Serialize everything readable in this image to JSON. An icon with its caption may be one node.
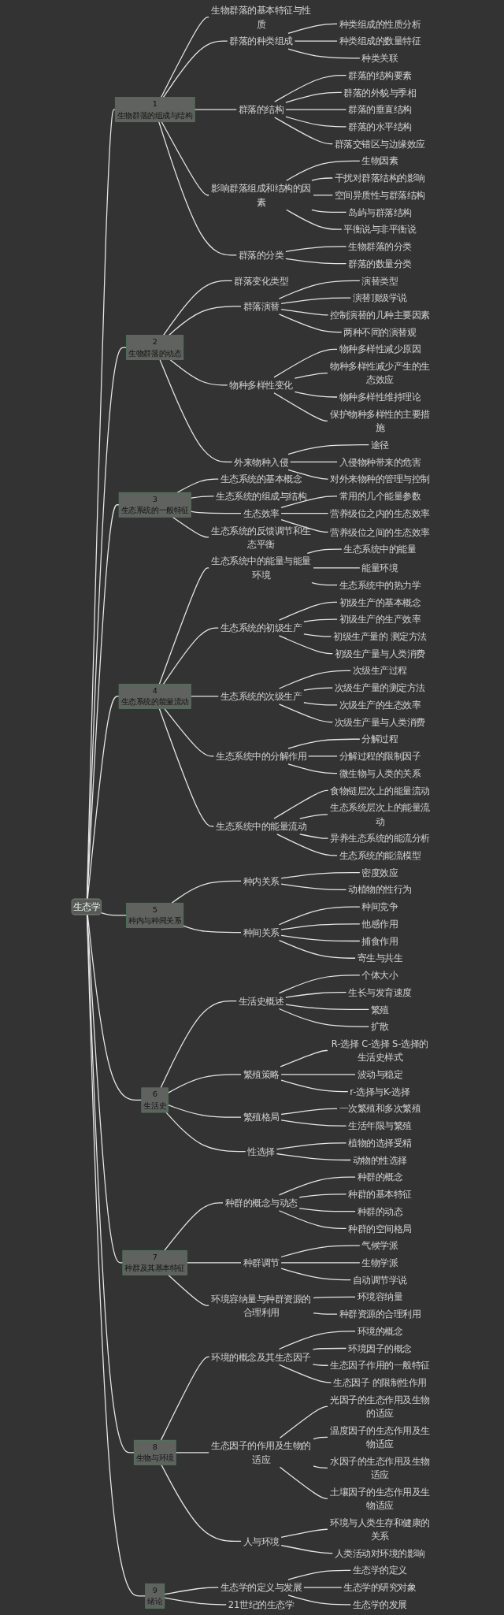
{
  "diagram": {
    "nodes": [
      {
        "text": [
          "生态学"
        ]
      },
      {
        "text": [
          "1",
          "生物群落的组成与结构"
        ]
      },
      {
        "text": [
          "生物群落的基本特征与性质"
        ]
      },
      {
        "text": [
          "群落的种类组成"
        ]
      },
      {
        "text": [
          "种类组成的性质分析"
        ]
      },
      {
        "text": [
          "种类组成的数量特征"
        ]
      },
      {
        "text": [
          "种类关联"
        ]
      },
      {
        "text": [
          "群落的结构"
        ]
      },
      {
        "text": [
          "群落的结构要素"
        ]
      },
      {
        "text": [
          "群落的外貌与季相"
        ]
      },
      {
        "text": [
          "群落的垂直结构"
        ]
      },
      {
        "text": [
          "群落的水平结构"
        ]
      },
      {
        "text": [
          "群落交错区与边缘效应"
        ]
      },
      {
        "text": [
          "影响群落组成和结构的因素"
        ]
      },
      {
        "text": [
          "生物因素"
        ]
      },
      {
        "text": [
          "干扰对群落结构的影响"
        ]
      },
      {
        "text": [
          "空间异质性与群落结构"
        ]
      },
      {
        "text": [
          "岛屿与群落结构"
        ]
      },
      {
        "text": [
          "平衡说与非平衡说"
        ]
      },
      {
        "text": [
          "群落的分类"
        ]
      },
      {
        "text": [
          "生物群落的分类"
        ]
      },
      {
        "text": [
          "群落的数量分类"
        ]
      },
      {
        "text": [
          "2",
          "生物群落的动态"
        ]
      },
      {
        "text": [
          "群落变化类型"
        ]
      },
      {
        "text": [
          "群落演替"
        ]
      },
      {
        "text": [
          "演替类型"
        ]
      },
      {
        "text": [
          "演替顶级学说"
        ]
      },
      {
        "text": [
          "控制演替的几种主要因素"
        ]
      },
      {
        "text": [
          "两种不同的演替观"
        ]
      },
      {
        "text": [
          "物种多样性变化"
        ]
      },
      {
        "text": [
          "物种多样性减少原因"
        ]
      },
      {
        "text": [
          "物种多样性减少产生的生态效应"
        ]
      },
      {
        "text": [
          "物种多样性维持理论"
        ]
      },
      {
        "text": [
          "保护物种多样性的主要措施"
        ]
      },
      {
        "text": [
          "外来物种入侵"
        ]
      },
      {
        "text": [
          "途径"
        ]
      },
      {
        "text": [
          "入侵物种带来的危害"
        ]
      },
      {
        "text": [
          "对外来物种的管理与控制"
        ]
      },
      {
        "text": [
          "3",
          "生态系统的一般特征"
        ]
      },
      {
        "text": [
          "生态系统的基本概念"
        ]
      },
      {
        "text": [
          "生态系统的组成与结构"
        ]
      },
      {
        "text": [
          "生态效率"
        ]
      },
      {
        "text": [
          "常用的几个能量参数"
        ]
      },
      {
        "text": [
          "营养级位之内的生态效率"
        ]
      },
      {
        "text": [
          "营养级位之间的生态效率"
        ]
      },
      {
        "text": [
          "生态系统的反馈调节和生态平衡"
        ]
      },
      {
        "text": [
          "4",
          "生态系统的能量流动"
        ]
      },
      {
        "text": [
          "生态系统中的能量与能量环境"
        ]
      },
      {
        "text": [
          "生态系统中的能量"
        ]
      },
      {
        "text": [
          "能量环境"
        ]
      },
      {
        "text": [
          "生态系统中的热力学"
        ]
      },
      {
        "text": [
          "生态系统的初级生产"
        ]
      },
      {
        "text": [
          "初级生产的基本概念"
        ]
      },
      {
        "text": [
          "初级生产的生产效率"
        ]
      },
      {
        "text": [
          "初级生产量的 测定方法"
        ]
      },
      {
        "text": [
          "初级生产量与人类消费"
        ]
      },
      {
        "text": [
          "生态系统的次级生产"
        ]
      },
      {
        "text": [
          "次级生产过程"
        ]
      },
      {
        "text": [
          "次级生产量的测定方法"
        ]
      },
      {
        "text": [
          "次级生产的生态效率"
        ]
      },
      {
        "text": [
          "次级生产量与人类消费"
        ]
      },
      {
        "text": [
          "生态系统中的分解作用"
        ]
      },
      {
        "text": [
          "分解过程"
        ]
      },
      {
        "text": [
          "分解过程的限制因子"
        ]
      },
      {
        "text": [
          "微生物与人类的关系"
        ]
      },
      {
        "text": [
          "生态系统中的能量流动"
        ]
      },
      {
        "text": [
          "食物链层次上的能量流动"
        ]
      },
      {
        "text": [
          "生态系统层次上的能量流动"
        ]
      },
      {
        "text": [
          "异养生态系统的能流分析"
        ]
      },
      {
        "text": [
          "生态系统的能流模型"
        ]
      },
      {
        "text": [
          "5",
          "种内与种间关系"
        ]
      },
      {
        "text": [
          "种内关系"
        ]
      },
      {
        "text": [
          "密度效应"
        ]
      },
      {
        "text": [
          "动植物的性行为"
        ]
      },
      {
        "text": [
          "种间关系"
        ]
      },
      {
        "text": [
          "种间竞争"
        ]
      },
      {
        "text": [
          "他感作用"
        ]
      },
      {
        "text": [
          "捕食作用"
        ]
      },
      {
        "text": [
          "寄生与共生"
        ]
      },
      {
        "text": [
          "6",
          "生活史"
        ]
      },
      {
        "text": [
          "生活史概述"
        ]
      },
      {
        "text": [
          "个体大小"
        ]
      },
      {
        "text": [
          "生长与发育速度"
        ]
      },
      {
        "text": [
          "繁殖"
        ]
      },
      {
        "text": [
          "扩散"
        ]
      },
      {
        "text": [
          "繁殖策略"
        ]
      },
      {
        "text": [
          "R-选择 C-选择 S-选择的生活史样式"
        ]
      },
      {
        "text": [
          "波动与稳定"
        ]
      },
      {
        "text": [
          "r-选择与K-选择"
        ]
      },
      {
        "text": [
          "繁殖格局"
        ]
      },
      {
        "text": [
          "一次繁殖和多次繁殖"
        ]
      },
      {
        "text": [
          "生活年限与繁殖"
        ]
      },
      {
        "text": [
          "性选择"
        ]
      },
      {
        "text": [
          "植物的选择受精"
        ]
      },
      {
        "text": [
          "动物的性选择"
        ]
      },
      {
        "text": [
          "7",
          "种群及其基本特征"
        ]
      },
      {
        "text": [
          "种群的概念与动态"
        ]
      },
      {
        "text": [
          "种群的概念"
        ]
      },
      {
        "text": [
          "种群的基本特征"
        ]
      },
      {
        "text": [
          "种群的动态"
        ]
      },
      {
        "text": [
          "种群的空间格局"
        ]
      },
      {
        "text": [
          "种群调节"
        ]
      },
      {
        "text": [
          "气候学派"
        ]
      },
      {
        "text": [
          "生物学派"
        ]
      },
      {
        "text": [
          "自动调节学说"
        ]
      },
      {
        "text": [
          "环境容纳量与种群资源的合理利用"
        ]
      },
      {
        "text": [
          "环境容纳量"
        ]
      },
      {
        "text": [
          "种群资源的合理利用"
        ]
      },
      {
        "text": [
          "8",
          "生物与环境"
        ]
      },
      {
        "text": [
          "环境的概念及其生态因子"
        ]
      },
      {
        "text": [
          "环境的概念"
        ]
      },
      {
        "text": [
          "环境因子的概念"
        ]
      },
      {
        "text": [
          "生态因子作用的一般特征"
        ]
      },
      {
        "text": [
          "生态因子 的限制性作用"
        ]
      },
      {
        "text": [
          "生态因子的作用及生物的适应"
        ]
      },
      {
        "text": [
          "光因子的生态作用及生物的适应"
        ]
      },
      {
        "text": [
          "温度因子的生态作用及生物适应"
        ]
      },
      {
        "text": [
          "水因子的生态作用及生物适应"
        ]
      },
      {
        "text": [
          "土壤因子的生态作用及生物适应"
        ]
      },
      {
        "text": [
          "人与环境"
        ]
      },
      {
        "text": [
          "环境与人类生存和健康的关系"
        ]
      },
      {
        "text": [
          "人类活动对环境的影响"
        ]
      },
      {
        "text": [
          "9",
          "绪论"
        ]
      },
      {
        "text": [
          "生态学的定义与发展"
        ]
      },
      {
        "text": [
          "生态学的定义"
        ]
      },
      {
        "text": [
          "生态学的研究对象"
        ]
      },
      {
        "text": [
          "生态学的发展"
        ]
      },
      {
        "text": [
          "21世纪的生态学"
        ]
      }
    ],
    "edges": [
      {
        "from": 0,
        "to": 1,
        "arrow": "none"
      },
      {
        "from": 1,
        "to": 2,
        "arrow": "none"
      },
      {
        "from": 1,
        "to": 3,
        "arrow": "none"
      },
      {
        "from": 3,
        "to": 4,
        "arrow": "none"
      },
      {
        "from": 3,
        "to": 5,
        "arrow": "none"
      },
      {
        "from": 3,
        "to": 6,
        "arrow": "none"
      },
      {
        "from": 1,
        "to": 7,
        "arrow": "none"
      },
      {
        "from": 7,
        "to": 8,
        "arrow": "none"
      },
      {
        "from": 7,
        "to": 9,
        "arrow": "none"
      },
      {
        "from": 7,
        "to": 10,
        "arrow": "none"
      },
      {
        "from": 7,
        "to": 11,
        "arrow": "none"
      },
      {
        "from": 7,
        "to": 12,
        "arrow": "none"
      },
      {
        "from": 1,
        "to": 13,
        "arrow": "none"
      },
      {
        "from": 13,
        "to": 14,
        "arrow": "none"
      },
      {
        "from": 13,
        "to": 15,
        "arrow": "none"
      },
      {
        "from": 13,
        "to": 16,
        "arrow": "none"
      },
      {
        "from": 13,
        "to": 17,
        "arrow": "none"
      },
      {
        "from": 13,
        "to": 18,
        "arrow": "none"
      },
      {
        "from": 1,
        "to": 19,
        "arrow": "none"
      },
      {
        "from": 19,
        "to": 20,
        "arrow": "none"
      },
      {
        "from": 19,
        "to": 21,
        "arrow": "none"
      },
      {
        "from": 0,
        "to": 22,
        "arrow": "none"
      },
      {
        "from": 22,
        "to": 23,
        "arrow": "none"
      },
      {
        "from": 22,
        "to": 24,
        "arrow": "none"
      },
      {
        "from": 24,
        "to": 25,
        "arrow": "none"
      },
      {
        "from": 24,
        "to": 26,
        "arrow": "none"
      },
      {
        "from": 24,
        "to": 27,
        "arrow": "none"
      },
      {
        "from": 24,
        "to": 28,
        "arrow": "none"
      },
      {
        "from": 22,
        "to": 29,
        "arrow": "none"
      },
      {
        "from": 29,
        "to": 30,
        "arrow": "none"
      },
      {
        "from": 29,
        "to": 31,
        "arrow": "none"
      },
      {
        "from": 29,
        "to": 32,
        "arrow": "none"
      },
      {
        "from": 29,
        "to": 33,
        "arrow": "none"
      },
      {
        "from": 22,
        "to": 34,
        "arrow": "none"
      },
      {
        "from": 34,
        "to": 35,
        "arrow": "none"
      },
      {
        "from": 34,
        "to": 36,
        "arrow": "none"
      },
      {
        "from": 34,
        "to": 37,
        "arrow": "none"
      },
      {
        "from": 0,
        "to": 38,
        "arrow": "none"
      },
      {
        "from": 38,
        "to": 39,
        "arrow": "none"
      },
      {
        "from": 38,
        "to": 40,
        "arrow": "none"
      },
      {
        "from": 38,
        "to": 41,
        "arrow": "none"
      },
      {
        "from": 41,
        "to": 42,
        "arrow": "none"
      },
      {
        "from": 41,
        "to": 43,
        "arrow": "none"
      },
      {
        "from": 41,
        "to": 44,
        "arrow": "none"
      },
      {
        "from": 38,
        "to": 45,
        "arrow": "none"
      },
      {
        "from": 0,
        "to": 46,
        "arrow": "none"
      },
      {
        "from": 46,
        "to": 47,
        "arrow": "none"
      },
      {
        "from": 47,
        "to": 48,
        "arrow": "none"
      },
      {
        "from": 47,
        "to": 49,
        "arrow": "none"
      },
      {
        "from": 47,
        "to": 50,
        "arrow": "none"
      },
      {
        "from": 46,
        "to": 51,
        "arrow": "none"
      },
      {
        "from": 51,
        "to": 52,
        "arrow": "none"
      },
      {
        "from": 51,
        "to": 53,
        "arrow": "none"
      },
      {
        "from": 51,
        "to": 54,
        "arrow": "none"
      },
      {
        "from": 51,
        "to": 55,
        "arrow": "none"
      },
      {
        "from": 46,
        "to": 56,
        "arrow": "none"
      },
      {
        "from": 56,
        "to": 57,
        "arrow": "none"
      },
      {
        "from": 56,
        "to": 58,
        "arrow": "none"
      },
      {
        "from": 56,
        "to": 59,
        "arrow": "none"
      },
      {
        "from": 56,
        "to": 60,
        "arrow": "none"
      },
      {
        "from": 46,
        "to": 61,
        "arrow": "none"
      },
      {
        "from": 61,
        "to": 62,
        "arrow": "none"
      },
      {
        "from": 61,
        "to": 63,
        "arrow": "none"
      },
      {
        "from": 61,
        "to": 64,
        "arrow": "none"
      },
      {
        "from": 46,
        "to": 65,
        "arrow": "none"
      },
      {
        "from": 65,
        "to": 66,
        "arrow": "none"
      },
      {
        "from": 65,
        "to": 67,
        "arrow": "none"
      },
      {
        "from": 65,
        "to": 68,
        "arrow": "none"
      },
      {
        "from": 65,
        "to": 69,
        "arrow": "none"
      },
      {
        "from": 0,
        "to": 70,
        "arrow": "none"
      },
      {
        "from": 70,
        "to": 71,
        "arrow": "none"
      },
      {
        "from": 71,
        "to": 72,
        "arrow": "none"
      },
      {
        "from": 71,
        "to": 73,
        "arrow": "none"
      },
      {
        "from": 70,
        "to": 74,
        "arrow": "none"
      },
      {
        "from": 74,
        "to": 75,
        "arrow": "none"
      },
      {
        "from": 74,
        "to": 76,
        "arrow": "none"
      },
      {
        "from": 74,
        "to": 77,
        "arrow": "none"
      },
      {
        "from": 74,
        "to": 78,
        "arrow": "none"
      },
      {
        "from": 0,
        "to": 79,
        "arrow": "none"
      },
      {
        "from": 79,
        "to": 80,
        "arrow": "none"
      },
      {
        "from": 80,
        "to": 81,
        "arrow": "none"
      },
      {
        "from": 80,
        "to": 82,
        "arrow": "none"
      },
      {
        "from": 80,
        "to": 83,
        "arrow": "none"
      },
      {
        "from": 80,
        "to": 84,
        "arrow": "none"
      },
      {
        "from": 79,
        "to": 85,
        "arrow": "none"
      },
      {
        "from": 85,
        "to": 86,
        "arrow": "none"
      },
      {
        "from": 85,
        "to": 87,
        "arrow": "none"
      },
      {
        "from": 85,
        "to": 88,
        "arrow": "none"
      },
      {
        "from": 79,
        "to": 89,
        "arrow": "none"
      },
      {
        "from": 89,
        "to": 90,
        "arrow": "none"
      },
      {
        "from": 89,
        "to": 91,
        "arrow": "none"
      },
      {
        "from": 79,
        "to": 92,
        "arrow": "none"
      },
      {
        "from": 92,
        "to": 93,
        "arrow": "none"
      },
      {
        "from": 92,
        "to": 94,
        "arrow": "none"
      },
      {
        "from": 0,
        "to": 95,
        "arrow": "none"
      },
      {
        "from": 95,
        "to": 96,
        "arrow": "none"
      },
      {
        "from": 96,
        "to": 97,
        "arrow": "none"
      },
      {
        "from": 96,
        "to": 98,
        "arrow": "none"
      },
      {
        "from": 96,
        "to": 99,
        "arrow": "none"
      },
      {
        "from": 96,
        "to": 100,
        "arrow": "none"
      },
      {
        "from": 95,
        "to": 101,
        "arrow": "none"
      },
      {
        "from": 101,
        "to": 102,
        "arrow": "none"
      },
      {
        "from": 101,
        "to": 103,
        "arrow": "none"
      },
      {
        "from": 101,
        "to": 104,
        "arrow": "none"
      },
      {
        "from": 95,
        "to": 105,
        "arrow": "none"
      },
      {
        "from": 105,
        "to": 106,
        "arrow": "none"
      },
      {
        "from": 105,
        "to": 107,
        "arrow": "none"
      },
      {
        "from": 0,
        "to": 108,
        "arrow": "none"
      },
      {
        "from": 108,
        "to": 109,
        "arrow": "none"
      },
      {
        "from": 109,
        "to": 110,
        "arrow": "none"
      },
      {
        "from": 109,
        "to": 111,
        "arrow": "none"
      },
      {
        "from": 109,
        "to": 112,
        "arrow": "none"
      },
      {
        "from": 109,
        "to": 113,
        "arrow": "none"
      },
      {
        "from": 108,
        "to": 114,
        "arrow": "none"
      },
      {
        "from": 114,
        "to": 115,
        "arrow": "none"
      },
      {
        "from": 114,
        "to": 116,
        "arrow": "none"
      },
      {
        "from": 114,
        "to": 117,
        "arrow": "none"
      },
      {
        "from": 114,
        "to": 118,
        "arrow": "none"
      },
      {
        "from": 108,
        "to": 119,
        "arrow": "none"
      },
      {
        "from": 119,
        "to": 120,
        "arrow": "none"
      },
      {
        "from": 119,
        "to": 121,
        "arrow": "none"
      },
      {
        "from": 0,
        "to": 122,
        "arrow": "none"
      },
      {
        "from": 122,
        "to": 123,
        "arrow": "none"
      },
      {
        "from": 123,
        "to": 124,
        "arrow": "none"
      },
      {
        "from": 123,
        "to": 125,
        "arrow": "none"
      },
      {
        "from": 123,
        "to": 126,
        "arrow": "none"
      },
      {
        "from": 122,
        "to": 127,
        "arrow": "none"
      }
    ]
  }
}
